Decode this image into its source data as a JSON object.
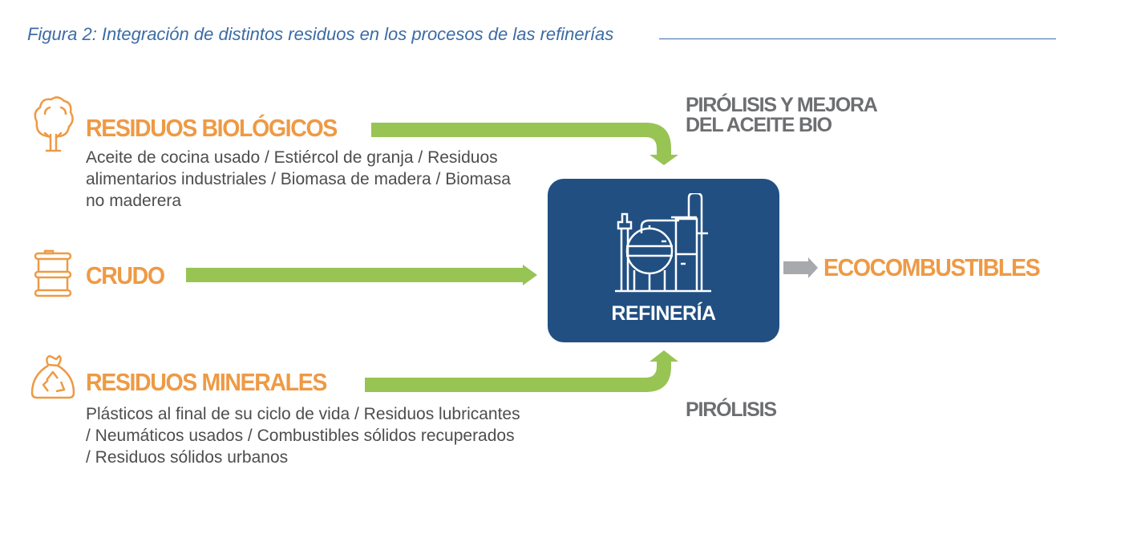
{
  "caption": "Figura 2: Integración de distintos residuos en los procesos de las refinerías",
  "inputs": [
    {
      "title": "RESIDUOS BIOLÓGICOS",
      "icon": "tree-icon",
      "lines": [
        "Aceite de cocina usado / Estiércol de granja / Residuos",
        "alimentarios industriales / Biomasa de madera / Biomasa",
        "no maderera"
      ]
    },
    {
      "title": "CRUDO",
      "icon": "oil-barrel-icon"
    },
    {
      "title": "RESIDUOS MINERALES",
      "icon": "recycle-bag-icon",
      "lines": [
        "Plásticos al final de su ciclo de vida / Residuos lubricantes",
        "/ Neumáticos usados / Combustibles sólidos recuperados",
        "/ Residuos sólidos urbanos"
      ]
    }
  ],
  "processes": {
    "top": [
      "PIRÓLISIS Y MEJORA",
      "DEL ACEITE BIO"
    ],
    "bottom": "PIRÓLISIS"
  },
  "refinery": {
    "label": "REFINERÍA",
    "icon": "refinery-icon"
  },
  "output": "ECOCOMBUSTIBLES",
  "colors": {
    "orange": "#EE9A45",
    "green": "#98C454",
    "blue": "#214F82",
    "gray": "#6D6E71",
    "caption": "#3C6BA5"
  }
}
